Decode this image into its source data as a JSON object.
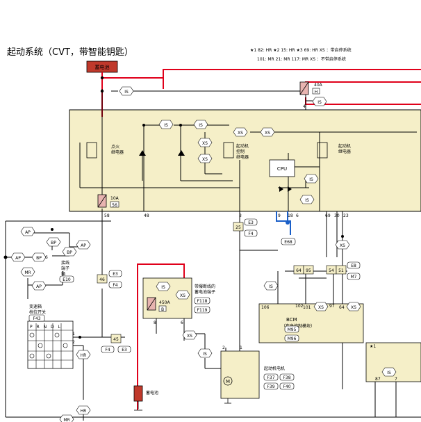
{
  "title": "起动系统（CVT，带智能钥匙）",
  "legend": {
    "row1": "★1  82:  HR    ★2  15:  HR    ★3  69:  HR  XS  ：带启停系统",
    "row2": "101:  MR         21:  MR        117:  MR  XS  ：不带启停系统"
  },
  "labels": {
    "battery_top": "蓄电池",
    "is": "IS",
    "xs": "XS",
    "ap": "AP",
    "bp": "BP",
    "mr": "MR",
    "hr": "HR",
    "fuse_40a": "40A",
    "fuse_40a_id": "H",
    "fuse_10a": "10A",
    "fuse_10a_id": "56",
    "fuse_450a": "450A",
    "fuse_450a_id": "B",
    "ignition_relay": "点火\n继电器",
    "starter_control_relay": "起动机\n控制\n继电器",
    "starter_relay": "起动机\n继电器",
    "cpu": "CPU",
    "e3": "E3",
    "f4": "F4",
    "e8": "E8",
    "m7": "M7",
    "e68": "E68",
    "e10": "E10",
    "f43": "F43",
    "f118": "F118",
    "f119": "F119",
    "f37": "F37",
    "f38": "F38",
    "f39": "F39",
    "f40": "F40",
    "m95": "M95",
    "m96": "M96",
    "bcm": "BCM",
    "bcm_sub": "（车身控制模块）",
    "range_switch": "变速箱\n档位开关",
    "ipdm_switch": "接线\n端子\n箱",
    "battery_fuse_link": "带爆断线的\n蓄电池端子",
    "starter_motor": "起动机电机",
    "battery_bottom": "蓄电池",
    "prnd": "P R N D L",
    "pin_58": "58",
    "pin_48": "48",
    "pin_3": "3",
    "pin_9": "9",
    "pin_18": "18",
    "pin_6": "6",
    "pin_69": "69",
    "pin_30": "30",
    "pin_23": "23",
    "pin_4": "4",
    "pin_25": "25",
    "pin_46": "46",
    "pin_45": "45",
    "pin_64": "64",
    "pin_95": "95",
    "pin_54": "54",
    "pin_51": "51",
    "pin_106": "106",
    "pin_102": "102",
    "pin_101": "101",
    "pin_97": "97",
    "pin_2": "2",
    "pin_1": "1",
    "pin_8": "8",
    "pin_87": "87",
    "pin_7": "7",
    "star1": "★1"
  },
  "colors": {
    "ipdm_fill": "#f5efc8",
    "red_wire": "#e0001a",
    "blue_wire": "#1a5fc8",
    "fuse_fill": "#e8b4b0",
    "battery_red": "#c0392b"
  }
}
